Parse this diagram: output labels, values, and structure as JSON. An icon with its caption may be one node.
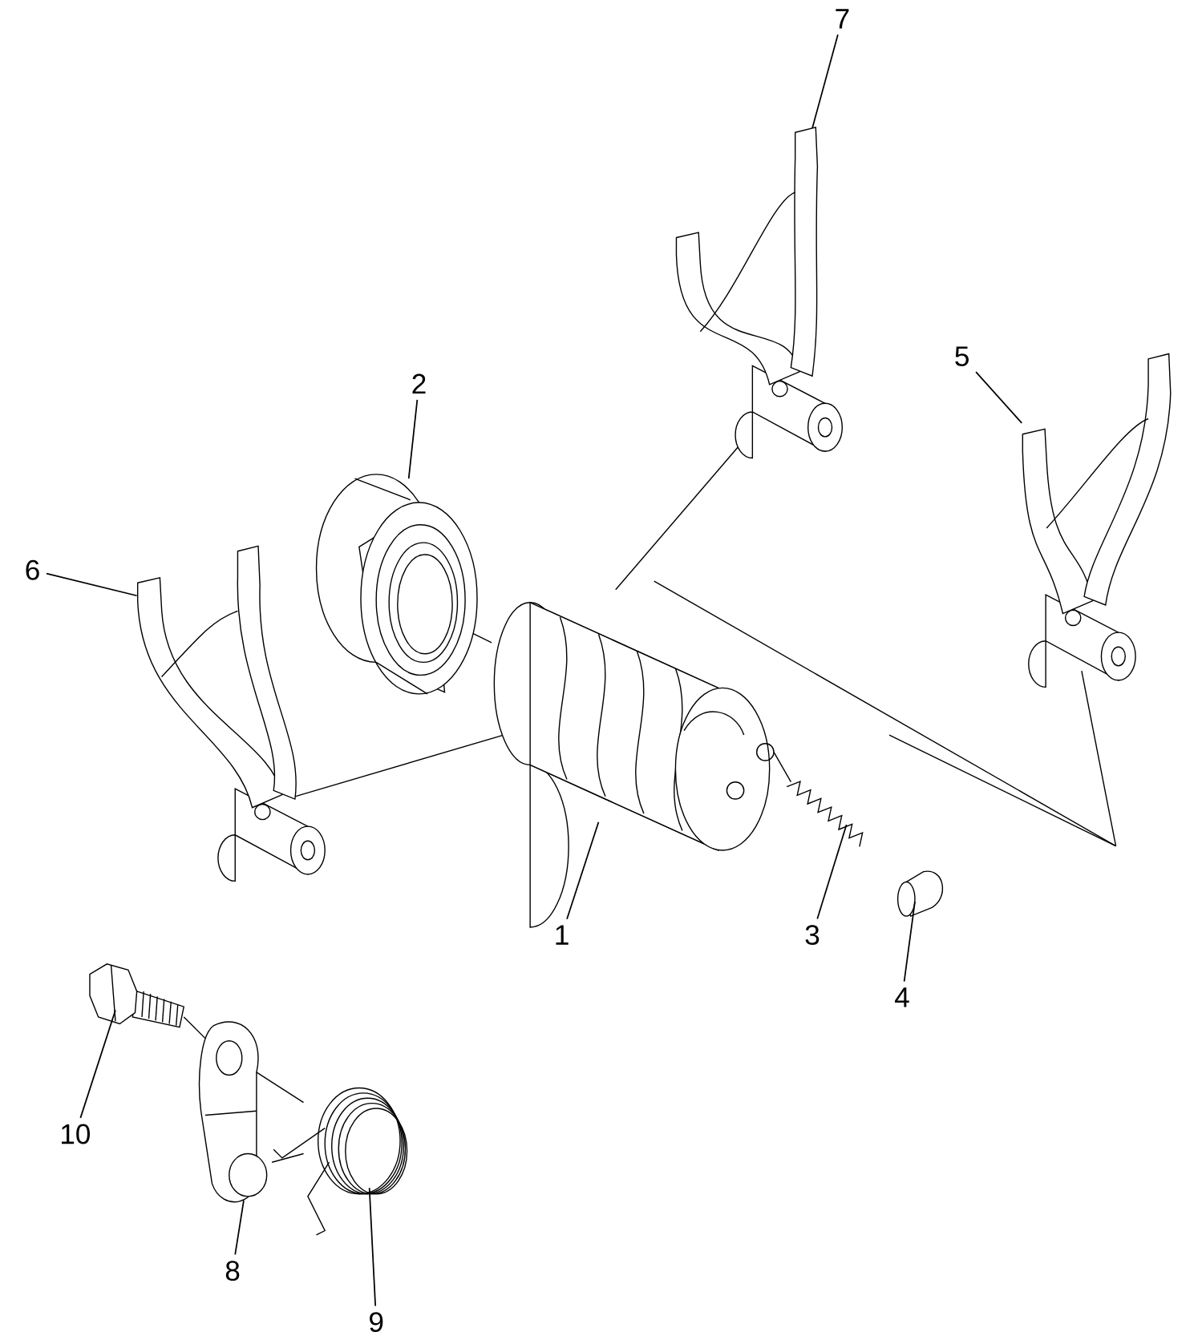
{
  "diagram": {
    "nodes": [
      {
        "text": [
          "7"
        ]
      },
      {
        "text": [
          "5"
        ]
      },
      {
        "text": [
          "2"
        ]
      },
      {
        "text": [
          "6"
        ]
      },
      {
        "text": [
          "1"
        ]
      },
      {
        "text": [
          "3"
        ]
      },
      {
        "text": [
          "4"
        ]
      },
      {
        "text": [
          "10"
        ]
      },
      {
        "text": [
          "8"
        ]
      },
      {
        "text": [
          "9"
        ]
      }
    ],
    "edges": [
      {
        "from": 0,
        "to": null,
        "arrow": "none"
      },
      {
        "from": 1,
        "to": null,
        "arrow": "none"
      },
      {
        "from": 2,
        "to": null,
        "arrow": "none"
      },
      {
        "from": 3,
        "to": null,
        "arrow": "none"
      },
      {
        "from": 4,
        "to": null,
        "arrow": "none"
      },
      {
        "from": 5,
        "to": null,
        "arrow": "none"
      },
      {
        "from": 6,
        "to": null,
        "arrow": "none"
      },
      {
        "from": 7,
        "to": null,
        "arrow": "none"
      },
      {
        "from": 8,
        "to": null,
        "arrow": "none"
      },
      {
        "from": 9,
        "to": null,
        "arrow": "none"
      }
    ]
  }
}
